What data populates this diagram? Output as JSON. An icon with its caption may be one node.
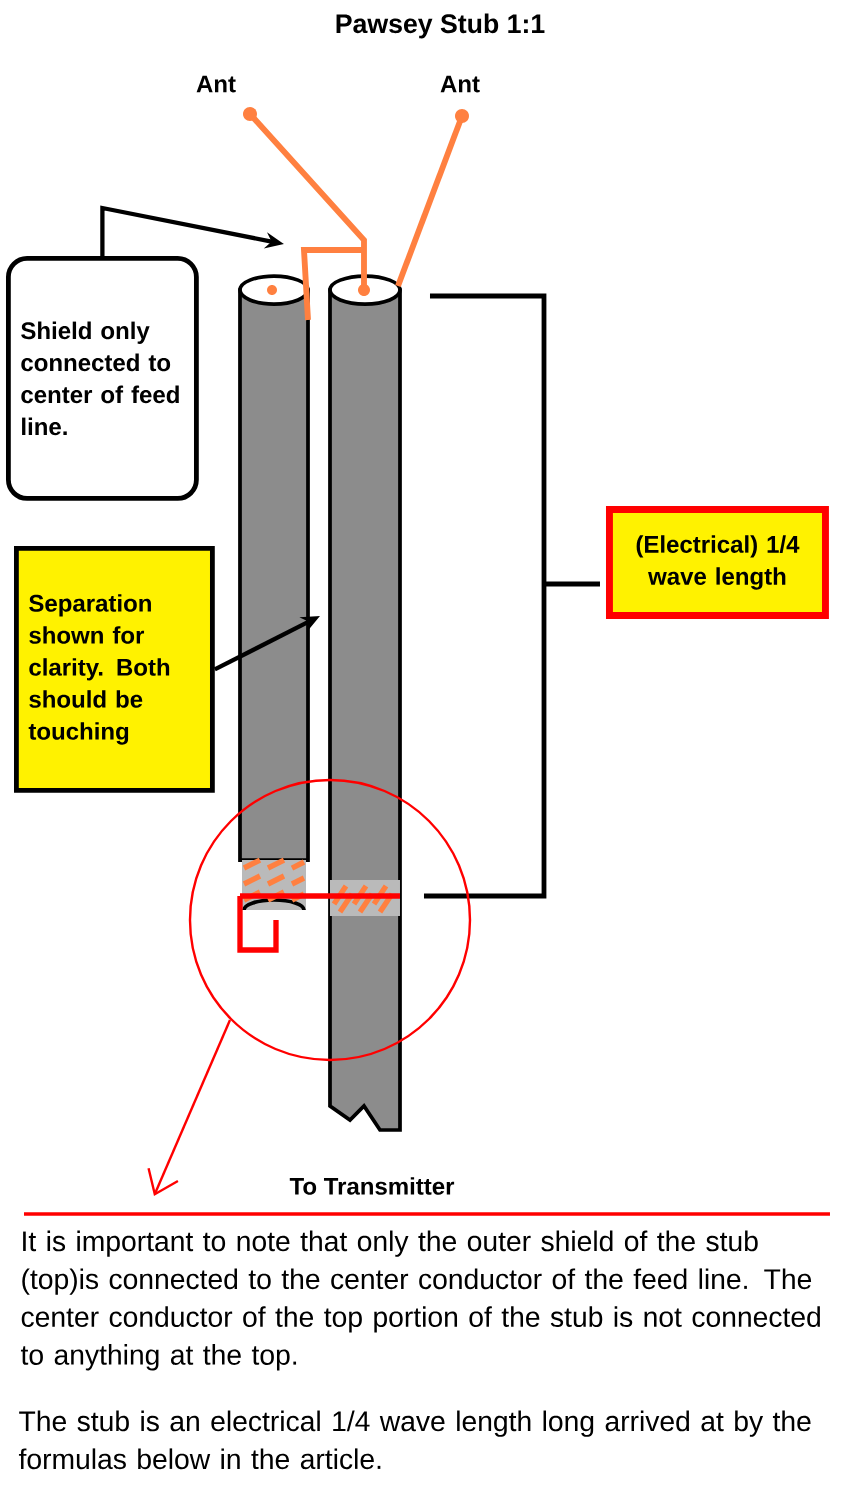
{
  "diagram": {
    "title": "Pawsey Stub 1:1",
    "nodes": [
      {
        "text": [
          "Shield only connected to center of feed line."
        ]
      },
      {
        "text": [
          "Separation shown for clarity. Both should be touching"
        ]
      },
      {
        "text": [
          "(Electrical) 1/4 wave length"
        ]
      }
    ],
    "edges": [
      {
        "from": 0,
        "to": null,
        "arrow": "to"
      },
      {
        "from": 1,
        "to": null,
        "arrow": "to"
      }
    ],
    "labels": [
      "Ant",
      "Ant",
      "To Transmitter",
      "It is important to note that only the outer shield of the stub (top)is connected to the center conductor of the feed line. The center conductor of the top portion of the stub is not connected to anything at the top.",
      "The stub is an electrical 1/4 wave length long arrived at by the formulas below in the article."
    ]
  }
}
